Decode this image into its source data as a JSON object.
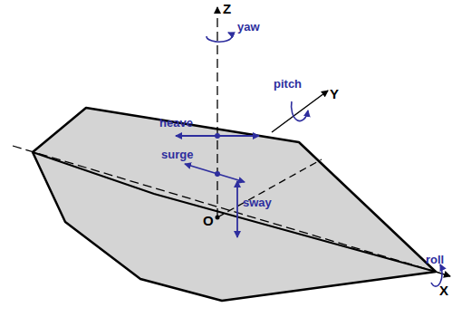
{
  "diagram": {
    "labels": [
      "Z",
      "yaw",
      "heave",
      "pitch",
      "Y",
      "surge",
      "sway",
      "O",
      "roll",
      "X"
    ]
  }
}
